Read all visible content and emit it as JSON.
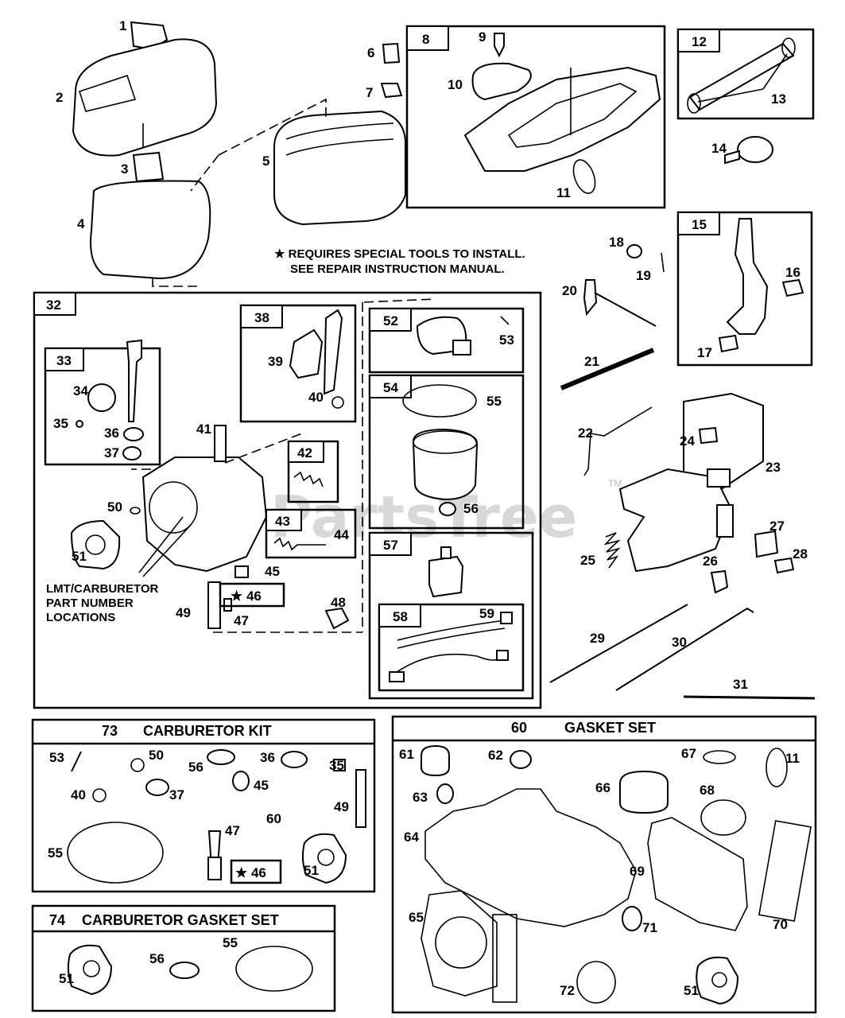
{
  "watermark": "PartsTree",
  "trademark": "TM",
  "note": {
    "line1": "★ REQUIRES SPECIAL TOOLS TO INSTALL.",
    "line2": "SEE REPAIR INSTRUCTION MANUAL."
  },
  "lmt_label": {
    "line1": "LMT/CARBURETOR",
    "line2": "PART NUMBER",
    "line3": "LOCATIONS"
  },
  "kits": {
    "carb_kit": {
      "number": "73",
      "title": "CARBURETOR KIT"
    },
    "carb_gasket_set": {
      "number": "74",
      "title": "CARBURETOR GASKET SET"
    },
    "gasket_set": {
      "number": "60",
      "title": "GASKET SET"
    }
  },
  "box_numbers": {
    "b8": "8",
    "b12": "12",
    "b15": "15",
    "b32": "32",
    "b33": "33",
    "b38": "38",
    "b42": "42",
    "b43": "43",
    "b52": "52",
    "b54": "54",
    "b57": "57",
    "b58": "58"
  },
  "callouts": {
    "c1": "1",
    "c2": "2",
    "c3": "3",
    "c4": "4",
    "c5": "5",
    "c6": "6",
    "c7": "7",
    "c9": "9",
    "c10": "10",
    "c11": "11",
    "c13": "13",
    "c14": "14",
    "c16": "16",
    "c17": "17",
    "c18": "18",
    "c19": "19",
    "c20": "20",
    "c21": "21",
    "c22": "22",
    "c23": "23",
    "c24": "24",
    "c25": "25",
    "c26": "26",
    "c27": "27",
    "c28": "28",
    "c29": "29",
    "c30": "30",
    "c31": "31",
    "c34": "34",
    "c35": "35",
    "c36": "36",
    "c37": "37",
    "c39": "39",
    "c40": "40",
    "c41": "41",
    "c44": "44",
    "c45": "45",
    "c46": "★ 46",
    "c47": "47",
    "c48": "48",
    "c49": "49",
    "c50": "50",
    "c51": "51",
    "c53": "53",
    "c55": "55",
    "c56": "56",
    "c59": "59"
  },
  "kit73_callouts": {
    "k53": "53",
    "k50": "50",
    "k56": "56",
    "k36": "36",
    "k35": "35",
    "k40": "40",
    "k37": "37",
    "k45": "45",
    "k60": "60",
    "k49": "49",
    "k55": "55",
    "k47": "47",
    "k46": "★ 46",
    "k51": "51"
  },
  "kit74_callouts": {
    "k51": "51",
    "k56": "56",
    "k55": "55"
  },
  "kit60_callouts": {
    "g61": "61",
    "g62": "62",
    "g67": "67",
    "g11": "11",
    "g63": "63",
    "g66": "66",
    "g68": "68",
    "g64": "64",
    "g69": "69",
    "g65": "65",
    "g71": "71",
    "g70": "70",
    "g72": "72",
    "g51": "51"
  }
}
